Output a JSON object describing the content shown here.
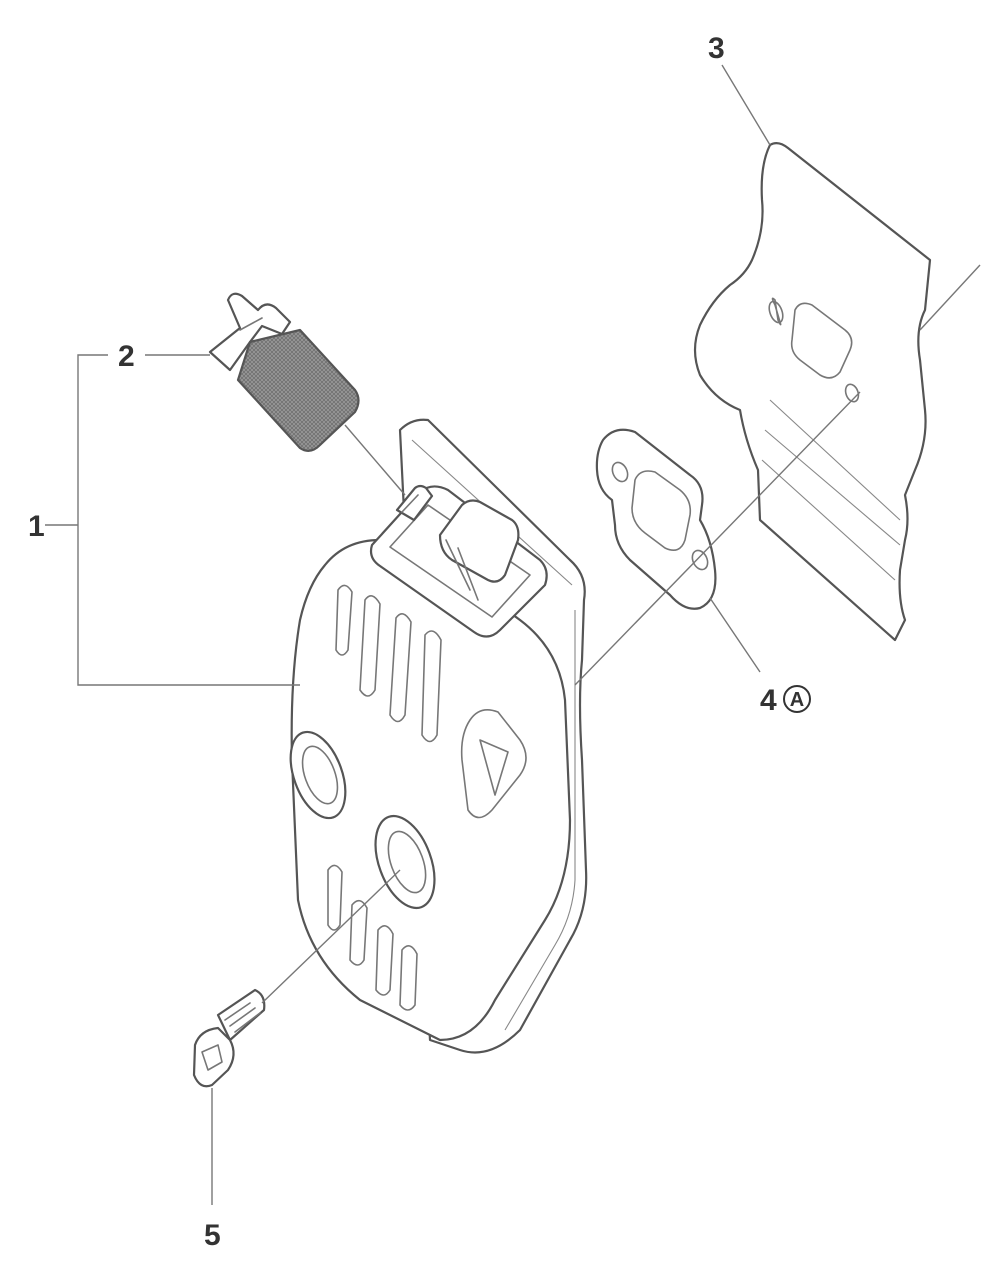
{
  "callouts": {
    "c1": "1",
    "c2": "2",
    "c3": "3",
    "c4": "4",
    "c4_symbol": "A",
    "c5": "5"
  },
  "colors": {
    "line": "#555555",
    "text": "#333333",
    "screen": "#888888"
  }
}
